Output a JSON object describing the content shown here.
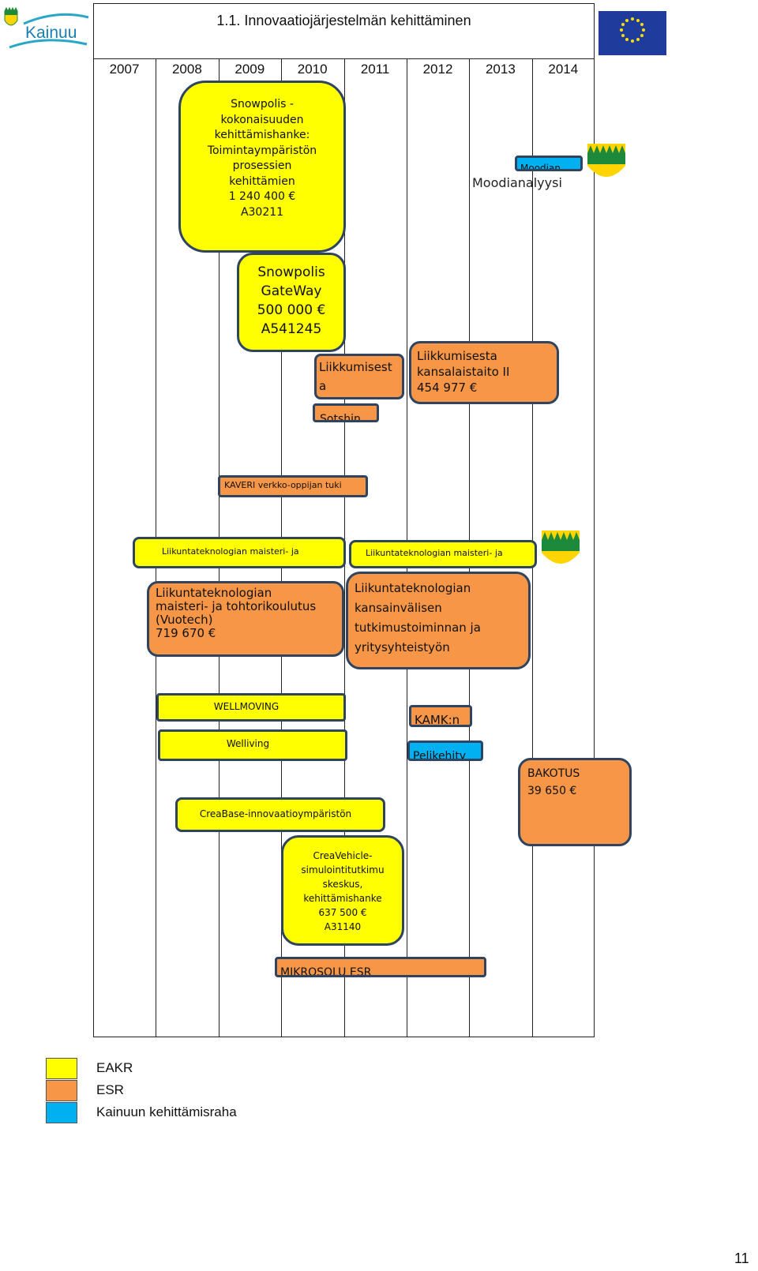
{
  "header": {
    "logo_text": "Kainuu",
    "title": "1.1. Innovaatiojärjestelmän kehittäminen"
  },
  "timeline": {
    "years": [
      "2007",
      "2008",
      "2009",
      "2010",
      "2011",
      "2012",
      "2013",
      "2014"
    ]
  },
  "projects": {
    "snowpolis_kokonaisuus": {
      "lines": [
        "Snowpolis -",
        "kokonaisuuden",
        "kehittämishanke:",
        "Toimintaympäristön",
        "prosessien",
        "kehittämien",
        "1 240 400 €",
        "A30211"
      ]
    },
    "snowpolis_gateway": {
      "lines": [
        "Snowpolis",
        "GateWay",
        "500 000 €",
        "A541245"
      ]
    },
    "moodi_small": {
      "label": "Moodian"
    },
    "moodianalyysi": {
      "label": "Moodianalyysi"
    },
    "liikkumisesta_1": {
      "lines": [
        "Liikkumisest",
        "a"
      ]
    },
    "liikkumisesta_2": {
      "lines": [
        "Liikkumisesta",
        "kansalaistaito II",
        "454 977 €"
      ]
    },
    "sotshin": {
      "label": "Sotshin"
    },
    "kaveri": {
      "label": "KAVERI verkko-oppijan tuki"
    },
    "liikuntatek_1": {
      "label": "Liikuntateknologian maisteri- ja"
    },
    "liikuntatek_2": {
      "label": "Liikuntateknologian maisteri- ja"
    },
    "vuotech": {
      "lines": [
        "Liikuntateknologian",
        "maisteri- ja tohtorikoulutus",
        "(Vuotech)",
        "719 670 €"
      ]
    },
    "kansainvalinen": {
      "lines": [
        "Liikuntateknologian",
        "kansainvälisen",
        "tutkimustoiminnan ja",
        "yritysyhteistyön"
      ]
    },
    "wellmoving": {
      "label": "WELLMOVING"
    },
    "kamk": {
      "label": "KAMK:n"
    },
    "welliving": {
      "label": "Welliving"
    },
    "pelikehitys": {
      "label": "Pelikehity"
    },
    "bakotus": {
      "lines": [
        "BAKOTUS",
        "39 650 €"
      ]
    },
    "creabase": {
      "label": "CreaBase-innovaatioympäristön"
    },
    "creavehicle": {
      "lines": [
        "CreaVehicle-",
        "simulointitutkimu",
        "skeskus,",
        "kehittämishanke",
        "637 500 €",
        "A31140"
      ]
    },
    "mikrosolu": {
      "label": "MIKROSOLU ESR"
    }
  },
  "legend": [
    {
      "label": "EAKR",
      "color": "#ffff00"
    },
    {
      "label": "ESR",
      "color": "#f79646"
    },
    {
      "label": "Kainuun kehittämisraha",
      "color": "#00b0f0"
    }
  ],
  "colors": {
    "eakr": "#ffff00",
    "esr": "#f79646",
    "kainuu": "#00b0f0",
    "border": "#2e4460"
  },
  "icons": [
    "kainuu-logo-icon",
    "eu-flag-icon",
    "kainuu-crest-icon"
  ],
  "footer": {
    "page_number": "11"
  }
}
